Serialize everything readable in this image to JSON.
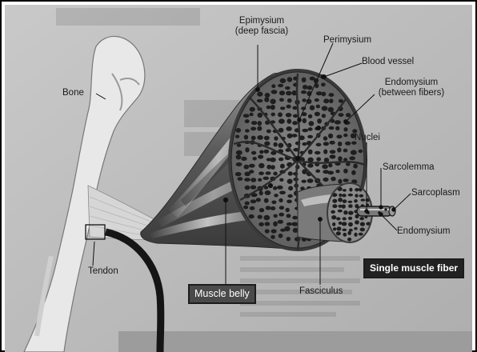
{
  "labels": {
    "epimysium_line1": "Epimysium",
    "epimysium_line2": "(deep fascia)",
    "perimysium": "Perimysium",
    "blood_vessel": "Blood vessel",
    "endomysium_top_line1": "Endomysium",
    "endomysium_top_line2": "(between fibers)",
    "bone": "Bone",
    "nuclei": "Nuclei",
    "sarcolemma": "Sarcolemma",
    "sarcoplasm": "Sarcoplasm",
    "endomysium_bottom": "Endomysium",
    "tendon": "Tendon",
    "fasciculus": "Fasciculus"
  },
  "boxed_labels": {
    "muscle_belly": "Muscle belly",
    "single_muscle_fiber": "Single muscle fiber"
  },
  "colors": {
    "background_paper": "#b9b9b9",
    "muscle_gray": "#6e6e6e",
    "fiber_dark": "#1f1f1f",
    "bone": "#e6e6e6"
  }
}
